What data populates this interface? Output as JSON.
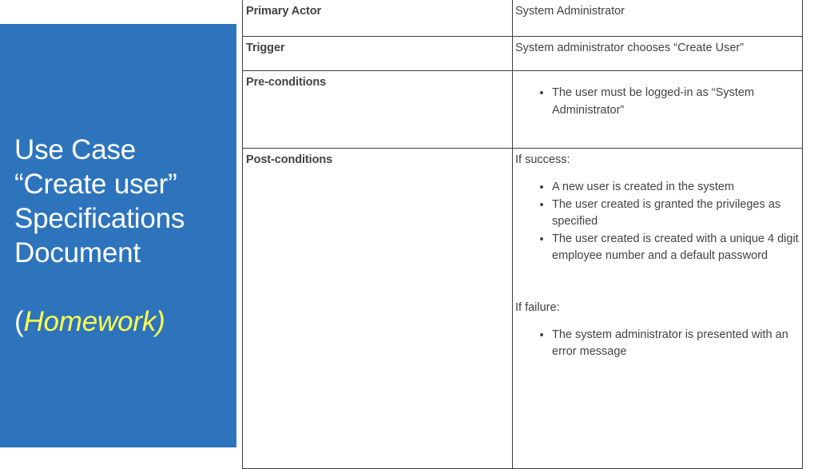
{
  "slide": {
    "background_color": "#FFFFFF",
    "panel_color": "#2E74BD",
    "accent_color": "#FFFF4D",
    "text_color": "#434343"
  },
  "title_panel": {
    "lines": [
      "Use Case",
      "“Create user”",
      "Specifications",
      "Document"
    ],
    "homework_open_paren": "(",
    "homework_word": "Homework)"
  },
  "table": {
    "rows": [
      {
        "label": "Primary Actor",
        "value_head": "System Administrator",
        "bullets": []
      },
      {
        "label": "Trigger",
        "value_head": "System administrator chooses “Create User”",
        "bullets": []
      },
      {
        "label": "Pre-conditions",
        "value_head": "",
        "bullets": [
          "The user must be logged-in as “System Administrator”"
        ]
      },
      {
        "label": "Post-conditions",
        "success_head": "If success:",
        "success_bullets": [
          "A new user is created in the system",
          "The user created is granted the privileges as specified",
          "The user created is created with a unique 4 digit employee number and a default password"
        ],
        "failure_head": "If failure:",
        "failure_bullets": [
          "The system administrator is presented with an error message"
        ]
      }
    ]
  }
}
